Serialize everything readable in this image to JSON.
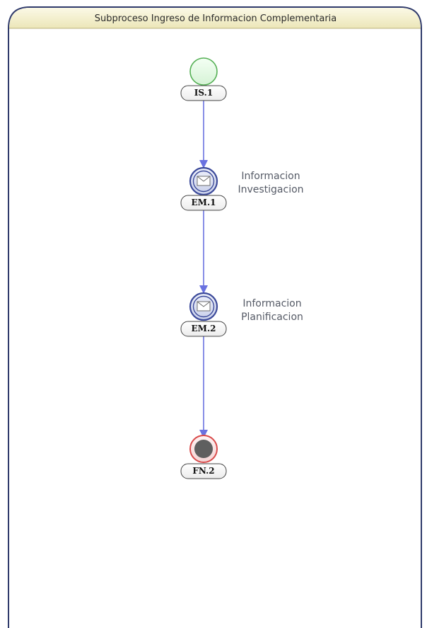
{
  "pool": {
    "title": "Subproceso Ingreso de Informacion Complementaria"
  },
  "nodes": {
    "start": {
      "id": "IS.1",
      "type": "start-event",
      "color": "#7fd27f"
    },
    "msg1": {
      "id": "EM.1",
      "type": "intermediate-message-event",
      "text_line1": "Informacion",
      "text_line2": "Investigacion"
    },
    "msg2": {
      "id": "EM.2",
      "type": "intermediate-message-event",
      "text_line1": "Informacion",
      "text_line2": "Planificacion"
    },
    "end": {
      "id": "FN.2",
      "type": "end-event",
      "color": "#d94b4b"
    }
  },
  "colors": {
    "pool_header": "#f1edc6",
    "pool_border": "#2f3a6b",
    "flow": "#6a72e0",
    "message_ring": "#3c4a9a"
  }
}
